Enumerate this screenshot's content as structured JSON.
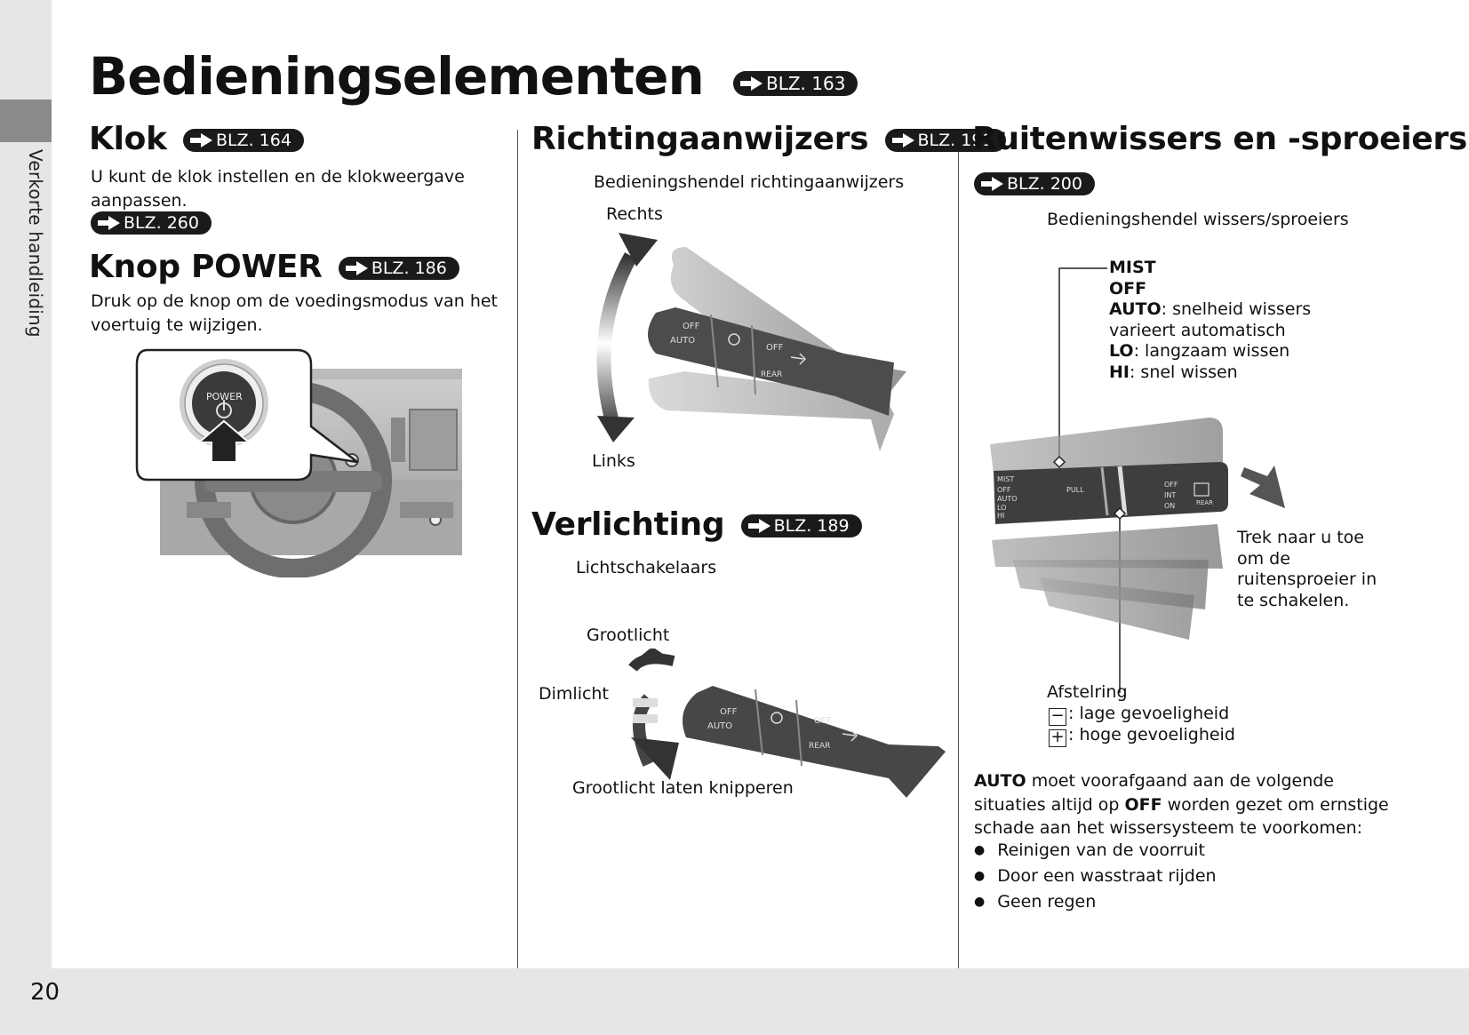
{
  "sidebar": {
    "label": "Verkorte handleiding"
  },
  "page_number": "20",
  "title": {
    "text": "Bedieningselementen",
    "ref": "BLZ. 163"
  },
  "klok": {
    "title": "Klok",
    "ref": "BLZ. 164",
    "text": "U kunt de klok instellen en de klokweergave aanpassen.",
    "ref2": "BLZ. 260"
  },
  "power": {
    "title": "Knop POWER",
    "ref": "BLZ. 186",
    "text": "Druk op de knop om de voedingsmodus van het voertuig te wijzigen.",
    "button_label": "POWER"
  },
  "richting": {
    "title": "Richtingaanwijzers",
    "ref": "BLZ. 191",
    "caption": "Bedieningshendel richtingaanwijzers",
    "right": "Rechts",
    "left": "Links"
  },
  "lever_marks": {
    "off": "OFF",
    "auto": "AUTO",
    "rear": "REAR"
  },
  "verlichting": {
    "title": "Verlichting",
    "ref": "BLZ. 189",
    "caption": "Lichtschakelaars",
    "high": "Grootlicht",
    "low": "Dimlicht",
    "flash": "Grootlicht laten knipperen"
  },
  "wissers": {
    "title": "Ruitenwissers en -sproeiers",
    "ref": "BLZ. 200",
    "caption": "Bedieningshendel wissers/sproeiers",
    "modes": [
      {
        "key": "MIST",
        "desc": ""
      },
      {
        "key": "OFF",
        "desc": ""
      },
      {
        "key": "AUTO",
        "desc": ": snelheid wissers varieert automatisch"
      },
      {
        "key": "LO",
        "desc": ": langzaam wissen"
      },
      {
        "key": "HI",
        "desc": ": snel wissen"
      }
    ],
    "pull_text": "Trek naar u toe om de ruitensproeier in te schakelen.",
    "ring_label": "Afstelring",
    "ring_minus_symbol": "−",
    "ring_minus": ": lage gevoeligheid",
    "ring_plus_symbol": "+",
    "ring_plus": ": hoge gevoeligheid",
    "lever_marks": {
      "mist": "MIST",
      "off": "OFF",
      "auto": "AUTO",
      "lo": "LO",
      "hi": "HI",
      "pull": "PULL",
      "int": "INT",
      "on": "ON",
      "rear": "REAR"
    },
    "note_bold1": "AUTO",
    "note_part1": " moet voorafgaand aan de volgende situaties altijd op ",
    "note_bold2": "OFF",
    "note_part2": " worden gezet om ernstige schade aan het wissersysteem te voorkomen:",
    "bullets": [
      "Reinigen van de voorruit",
      "Door een wasstraat rijden",
      "Geen regen"
    ]
  }
}
